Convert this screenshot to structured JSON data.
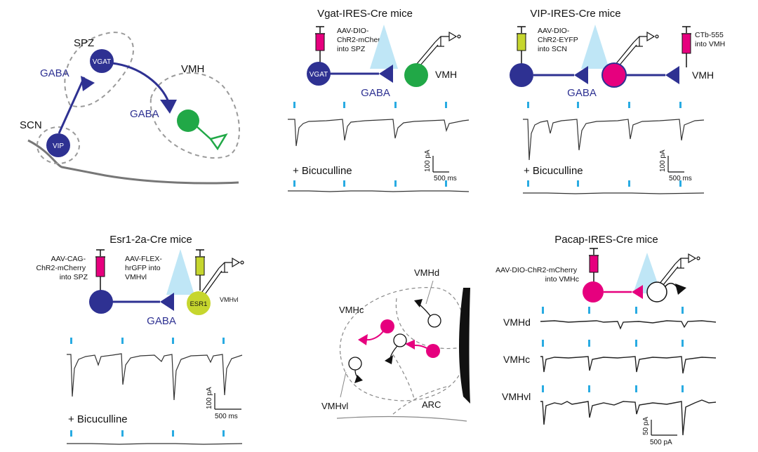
{
  "colors": {
    "gaba_blue": "#2e3192",
    "magenta": "#e6007e",
    "green": "#21a847",
    "yellow": "#c6d62e",
    "light_blue": "#29abe2",
    "grey": "#9a9a9a",
    "trace": "#333333"
  },
  "overview": {
    "labels": {
      "spz": "SPZ",
      "vmh": "VMH",
      "scn": "SCN",
      "gaba_left": "GABA",
      "gaba_mid": "GABA",
      "vgat": "VGAT",
      "vip": "VIP"
    }
  },
  "panel_vgat": {
    "title": "Vgat-IRES-Cre mice",
    "injection": [
      "AAV-DIO-",
      "ChR2-mCherry",
      "into SPZ"
    ],
    "cell_label": "VGAT",
    "target_label": "VMH",
    "gaba_label": "GABA",
    "bicuculline_label": "+ Bicuculline",
    "scale_y": "100 pA",
    "scale_x": "500 ms"
  },
  "panel_vip": {
    "title": "VIP-IRES-Cre mice",
    "injection": [
      "AAV-DIO-",
      "ChR2-EYFP",
      "into SCN"
    ],
    "tracer": [
      "CTb-555",
      "into VMH"
    ],
    "target_label": "VMH",
    "gaba_label": "GABA",
    "bicuculline_label": "+ Bicuculline",
    "scale_y": "100 pA",
    "scale_x": "500 ms"
  },
  "panel_esr1": {
    "title": "Esr1-2a-Cre mice",
    "injection_a": [
      "AAV-CAG-",
      "ChR2-mCherry",
      "into SPZ"
    ],
    "injection_b": [
      "AAV-FLEX-",
      "hrGFP into",
      "VMHvl"
    ],
    "cell_label": "ESR1",
    "target_label": "VMHvl",
    "gaba_label": "GABA",
    "bicuculline_label": "+ Bicuculline",
    "scale_y": "100 pA",
    "scale_x": "500 ms"
  },
  "panel_vmh_diagram": {
    "labels": {
      "vmhd": "VMHd",
      "vmhc": "VMHc",
      "vmhvl": "VMHvl",
      "arc": "ARC"
    }
  },
  "panel_pacap": {
    "title": "Pacap-IRES-Cre mice",
    "injection": [
      "AAV-DIO-ChR2-mCherry",
      "into VMHc"
    ],
    "rows": [
      "VMHd",
      "VMHc",
      "VMHvl"
    ],
    "scale_y": "50 pA",
    "scale_x": "500 pA"
  }
}
